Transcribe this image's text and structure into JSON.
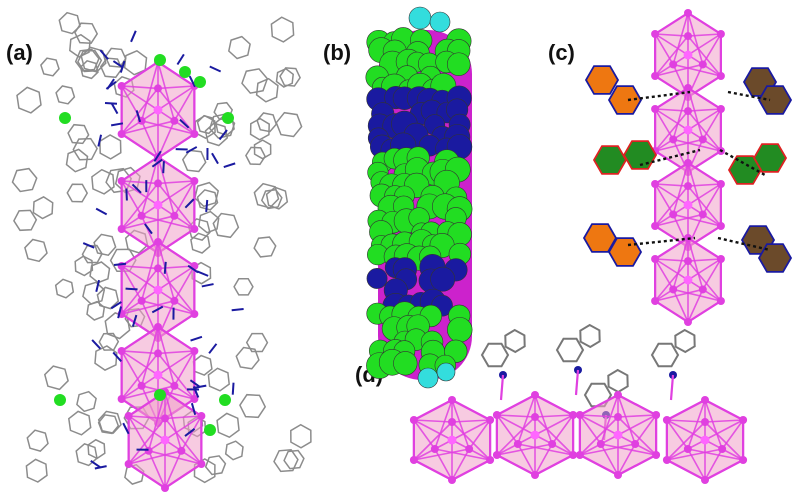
{
  "panels": {
    "a": "(a)",
    "b": "(b)",
    "c": "(c)",
    "d": "(d)"
  },
  "colors": {
    "cluster_magenta": "#e040e0",
    "cluster_fill": "#f0a0c8",
    "ligand_green": "#22dd22",
    "nitrogen_blue": "#1a1aa0",
    "carbon_gray": "#8c8c8c",
    "cap_cyan": "#33dddd",
    "ring_orange": "#ee7711",
    "ring_brown": "#6b4a2a",
    "ring_green": "#228b22"
  }
}
